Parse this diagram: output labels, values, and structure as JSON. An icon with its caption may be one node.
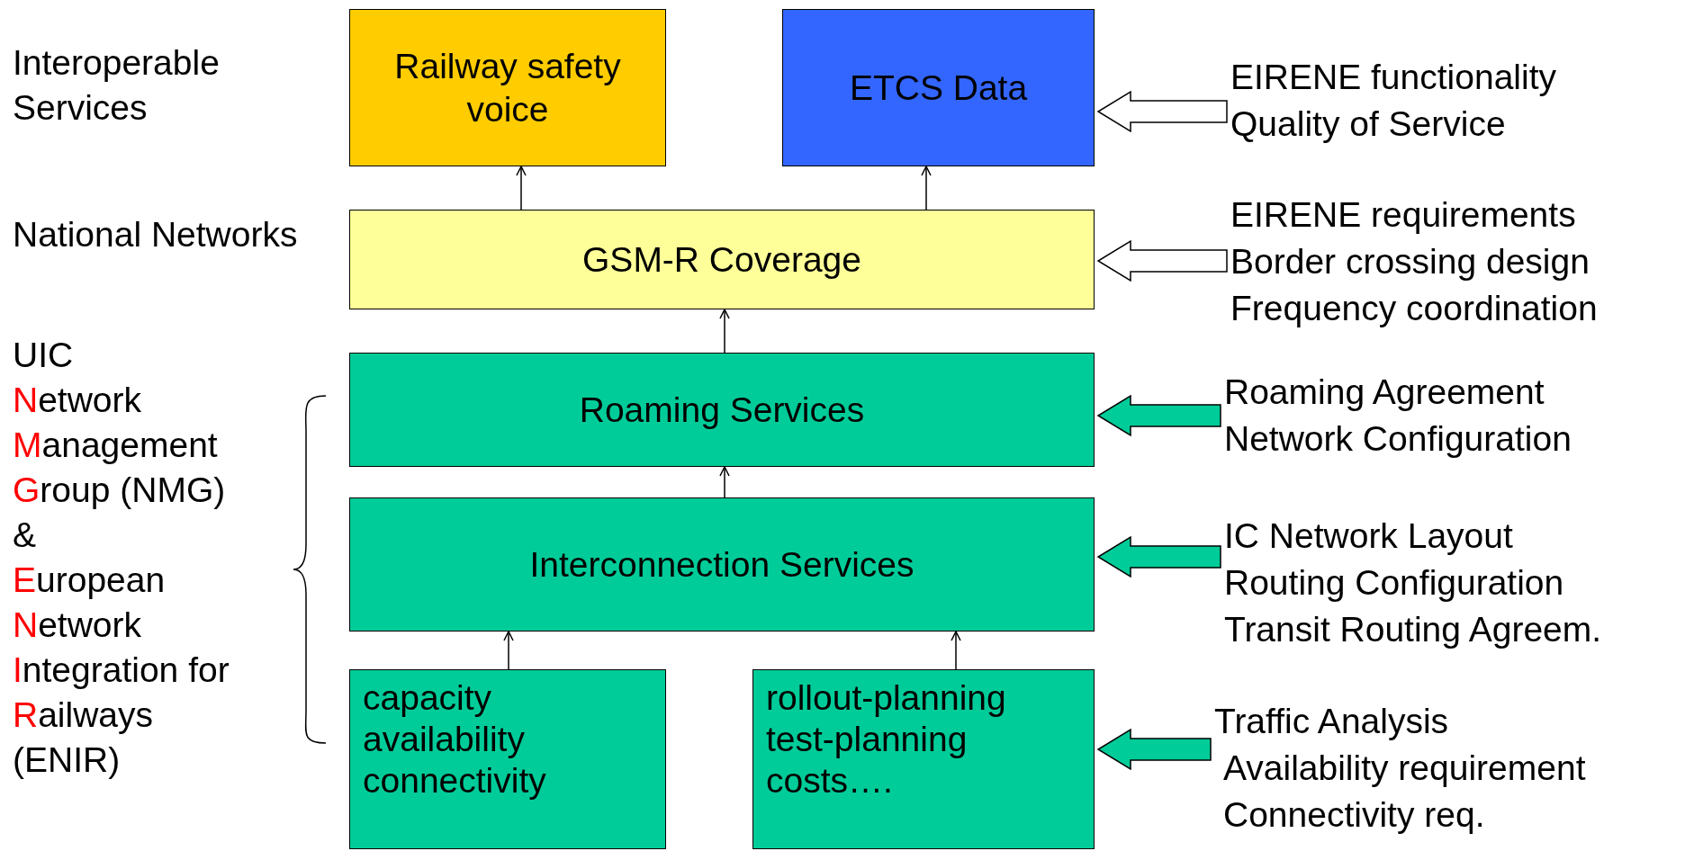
{
  "diagram": {
    "nodes": [
      {
        "text": [
          "Railway safety voice"
        ]
      },
      {
        "text": [
          "ETCS Data"
        ]
      },
      {
        "text": [
          "EIRENE functionality",
          "Quality of Service"
        ]
      },
      {
        "text": [
          "GSM-R Coverage"
        ]
      },
      {
        "text": [
          "EIRENE requirements",
          "Border crossing design",
          "Frequency coordination"
        ]
      },
      {
        "text": [
          "Roaming Services"
        ]
      },
      {
        "text": [
          "Roaming Agreement",
          "Network Configuration"
        ]
      },
      {
        "text": [
          "Interconnection Services"
        ]
      },
      {
        "text": [
          "IC Network Layout",
          "Routing Configuration",
          "Transit Routing Agreem."
        ]
      },
      {
        "text": [
          "capacity",
          "availability",
          "connectivity"
        ]
      },
      {
        "text": [
          "rollout-planning",
          "test-planning",
          "costs…."
        ]
      },
      {
        "text": [
          "Traffic Analysis",
          "Availability requirement",
          "Connectivity req."
        ]
      }
    ],
    "edges": [
      {
        "from": 3,
        "to": 0,
        "arrow": "to"
      },
      {
        "from": 3,
        "to": 1,
        "arrow": "to"
      },
      {
        "from": 5,
        "to": 3,
        "arrow": "to"
      },
      {
        "from": 7,
        "to": 5,
        "arrow": "to"
      },
      {
        "from": 9,
        "to": 7,
        "arrow": "to"
      },
      {
        "from": 10,
        "to": 7,
        "arrow": "to"
      },
      {
        "from": 2,
        "to": 1,
        "arrow": "to",
        "style": "thick",
        "color": "#ffffff"
      },
      {
        "from": 4,
        "to": 3,
        "arrow": "to",
        "style": "thick",
        "color": "#ffffff"
      },
      {
        "from": 6,
        "to": 5,
        "arrow": "to",
        "style": "thick",
        "color": "#00cc99"
      },
      {
        "from": 8,
        "to": 7,
        "arrow": "to",
        "style": "thick",
        "color": "#00cc99"
      },
      {
        "from": 11,
        "to": 10,
        "arrow": "to",
        "style": "thick",
        "color": "#00cc99"
      }
    ],
    "labels": [
      "Interoperable Services",
      "National Networks",
      "UIC **N**etwork **M**anagement **G**roup (NMG) & **E**uropean **N**etwork **I**ntegration for **R**ailways (ENIR)"
    ]
  }
}
